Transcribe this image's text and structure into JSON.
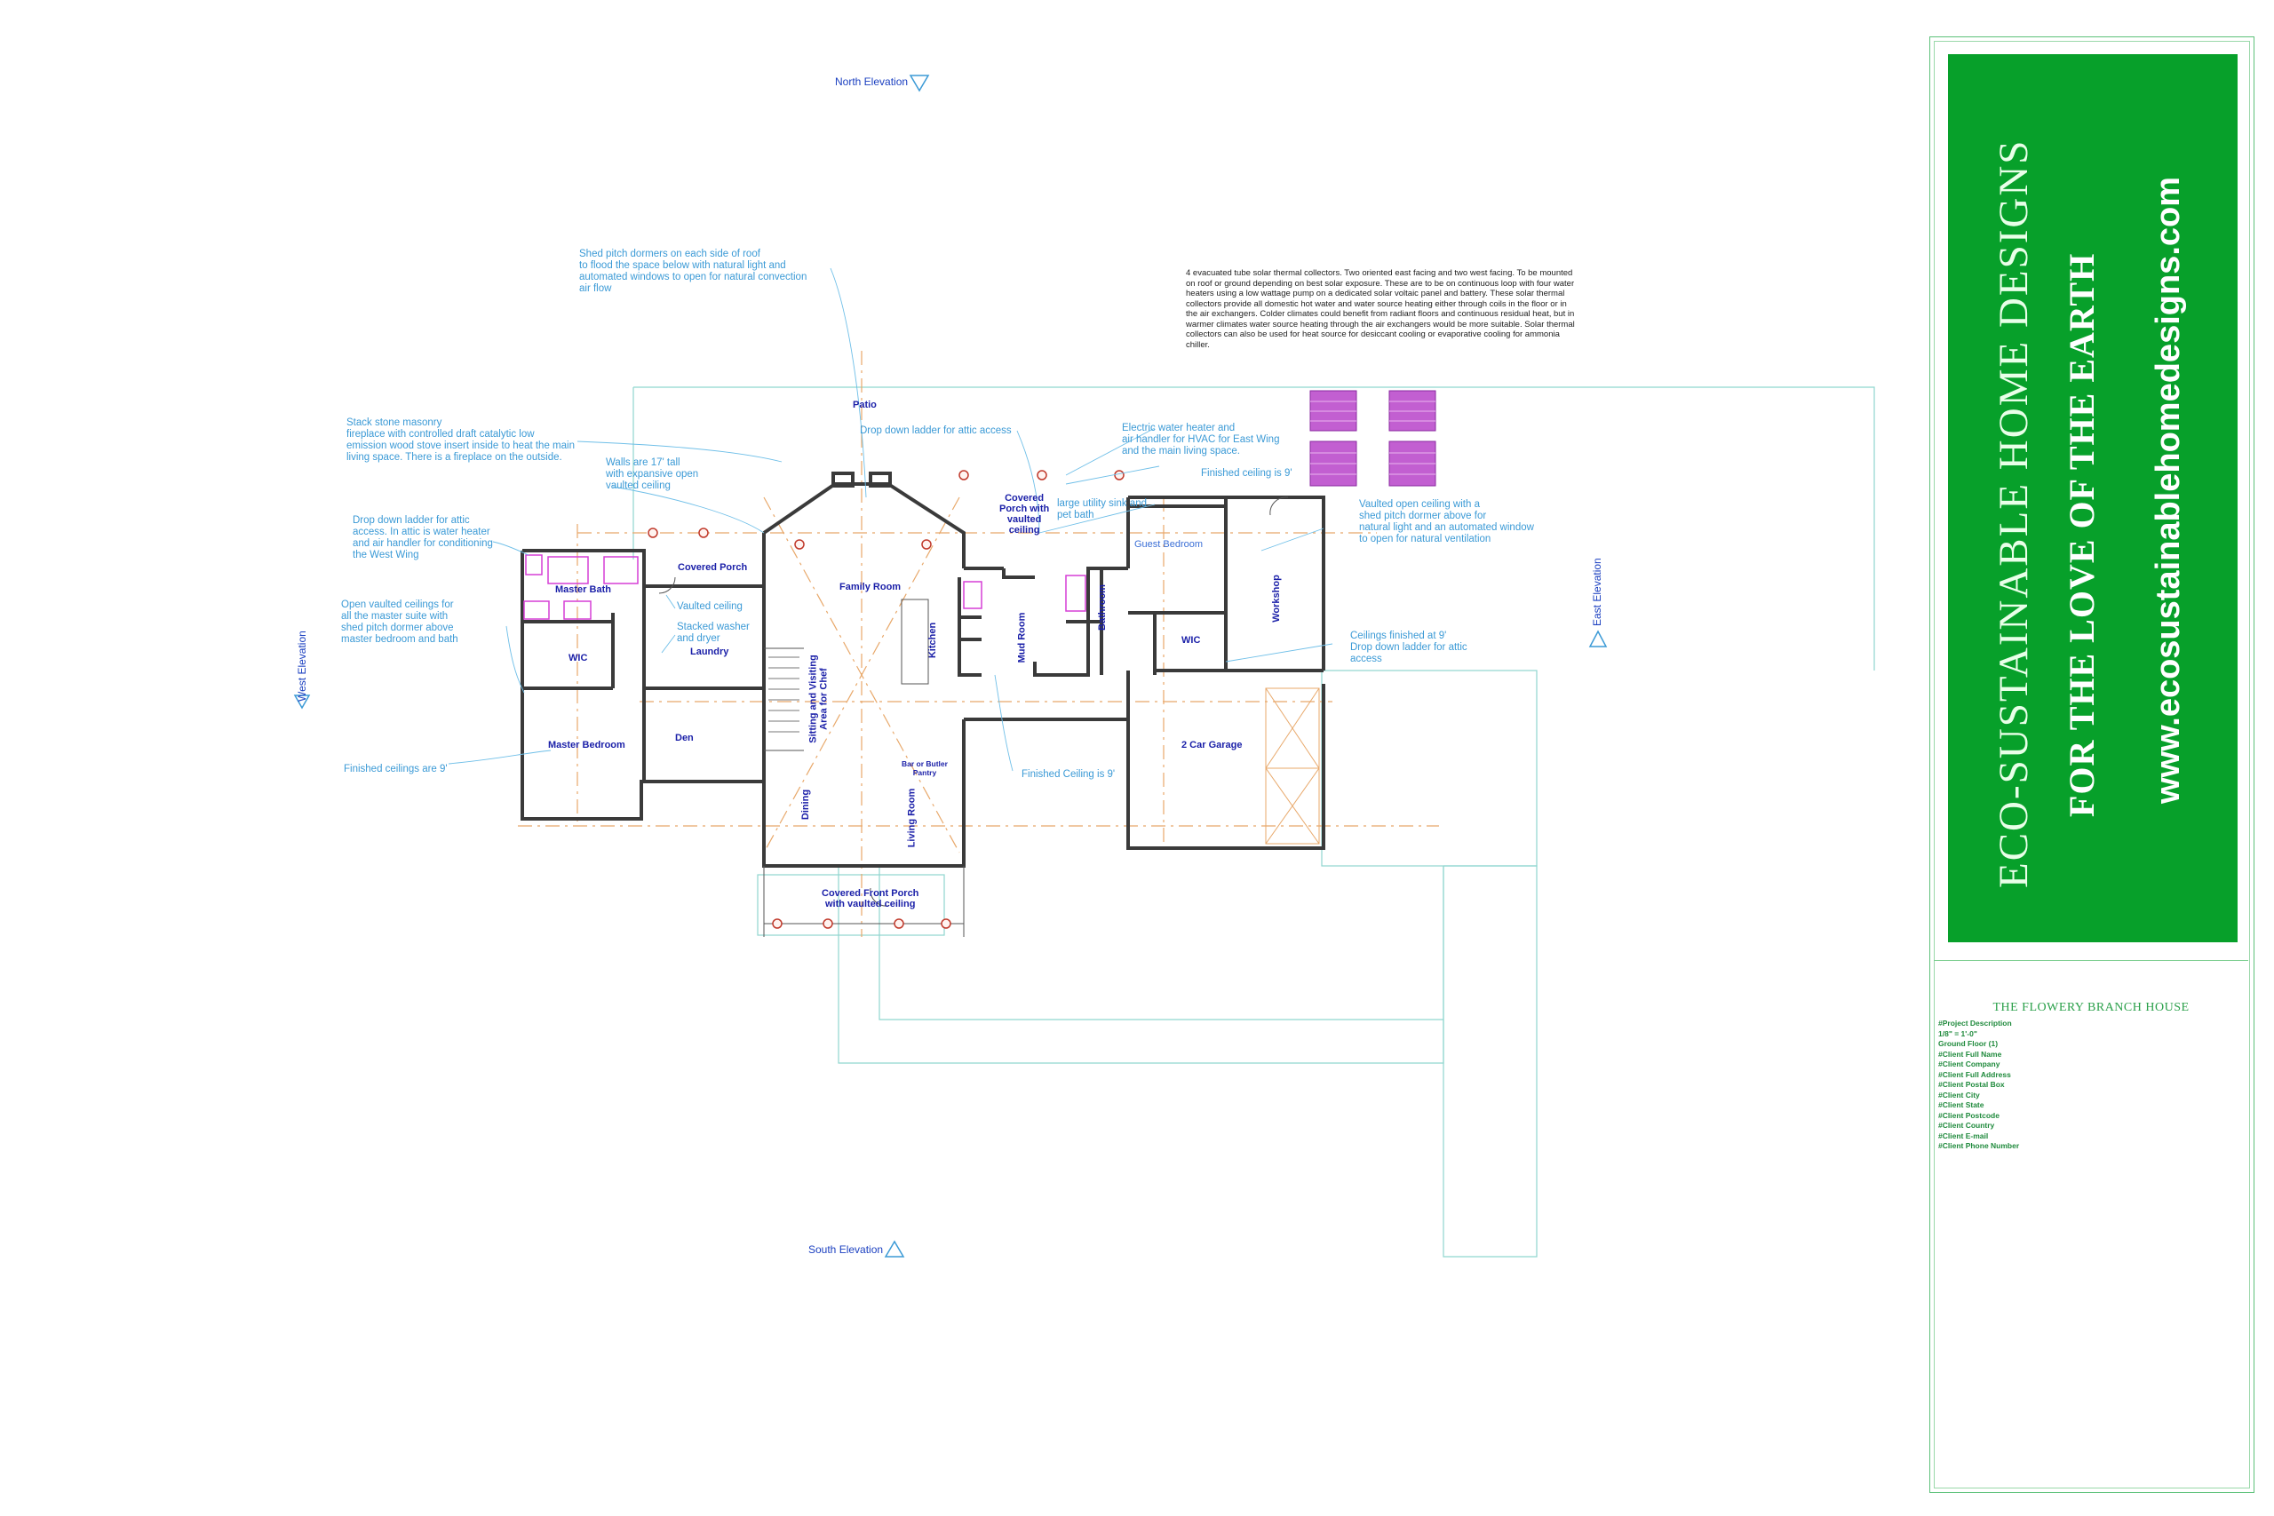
{
  "elevations": {
    "north": "North Elevation",
    "south": "South Elevation",
    "west": "West Elevation",
    "east": "East Elevation"
  },
  "rooms": {
    "patio": "Patio",
    "master_bath": "Master Bath",
    "covered_porch": "Covered Porch",
    "family_room": "Family Room",
    "covered_porch_vaulted": "Covered\nPorch with\nvaulted\nceiling",
    "guest_bedroom": "Guest Bedroom",
    "workshop": "Workshop",
    "wic_west": "WIC",
    "laundry": "Laundry",
    "kitchen": "Kitchen",
    "mud_room": "Mud Room",
    "bathroom": "Bathroom",
    "wic_east": "WIC",
    "master_bedroom": "Master Bedroom",
    "den": "Den",
    "sitting_area": "Sitting and Visiting\nArea for Chef",
    "pantry": "Bar or Butler\nPantry",
    "garage": "2 Car Garage",
    "dining": "Dining",
    "living_room": "Living Room",
    "front_porch": "Covered Front Porch\nwith vaulted ceiling"
  },
  "notes": {
    "dormers": "Shed pitch dormers on each side of roof\nto flood the space below with natural light and\nautomated windows to open for natural convection\nair flow",
    "fireplace": "Stack stone masonry\nfireplace with controlled draft catalytic low\nemission wood stove insert inside to heat the main\nliving space. There is a fireplace on the outside.",
    "attic_access_top": "Drop down ladder for attic access",
    "walls_17": "Walls are 17' tall\nwith expansive open\nvaulted ceiling",
    "electric_heater": "Electric water heater and\nair handler for HVAC for East Wing\nand the main living space.",
    "finished_ceiling_9_top": "Finished ceiling is 9'",
    "utility_sink": "large utility sink and\npet bath",
    "attic_west": "Drop down ladder for attic\naccess. In attic is water heater\nand air handler for conditioning\nthe West Wing",
    "vaulted_open_east": "Vaulted open ceiling with a\nshed pitch dormer above for\nnatural light and an automated window\nto open for natural ventilation",
    "vaulted_ceiling": "Vaulted ceiling",
    "open_vaulted_master": "Open vaulted ceilings for\nall the master suite with\nshed pitch dormer above\nmaster bedroom and bath",
    "stacked_washer": "Stacked washer\nand dryer",
    "ceilings_garage": "Ceilings finished at 9'\nDrop down ladder for attic\naccess",
    "finished_ceilings_west": "Finished ceilings are 9'",
    "finished_ceiling_center": "Finished Ceiling is 9'"
  },
  "solar_note": "4 evacuated tube solar thermal collectors.  Two oriented east facing and two west facing.  To be mounted on roof or ground depending on best solar exposure.  These are to be on continuous loop with four water heaters using a low wattage pump on a dedicated solar voltaic panel and battery.  These solar thermal collectors provide all domestic hot water and water source heating either through coils in the floor or in the air exchangers.  Colder climates could benefit from radiant floors and continuous residual heat, but in warmer climates water source heating through the air exchangers would be more suitable.  Solar thermal collectors can also be used for heat source for desiccant cooling or evaporative cooling for ammonia chiller.",
  "title_block": {
    "brand": "ECO-SUSTAINABLE HOME DESIGNS",
    "tagline": "FOR THE LOVE OF THE EARTH",
    "website": "www.ecosustainablehomedesigns.com",
    "house_name": "THE FLOWERY BRANCH HOUSE",
    "meta": [
      "#Project Description",
      "1/8\"   =    1'-0\"",
      "Ground Floor (1)",
      "#Client Full Name",
      "#Client Company",
      "#Client Full Address",
      "#Client Postal Box",
      "#Client City",
      "#Client State",
      "#Client Postcode",
      "#Client Country",
      "#Client E-mail",
      "#Client Phone Number"
    ]
  },
  "colors": {
    "wall": "#3a3a3a",
    "annotation": "#3b9ad6",
    "room_label": "#1a1fa8",
    "fixture": "#d63fd6",
    "solar_panel": "#b048c0",
    "brand_green": "#07a02a",
    "grid": "#e8a86a",
    "light_marker": "#c0392b"
  }
}
